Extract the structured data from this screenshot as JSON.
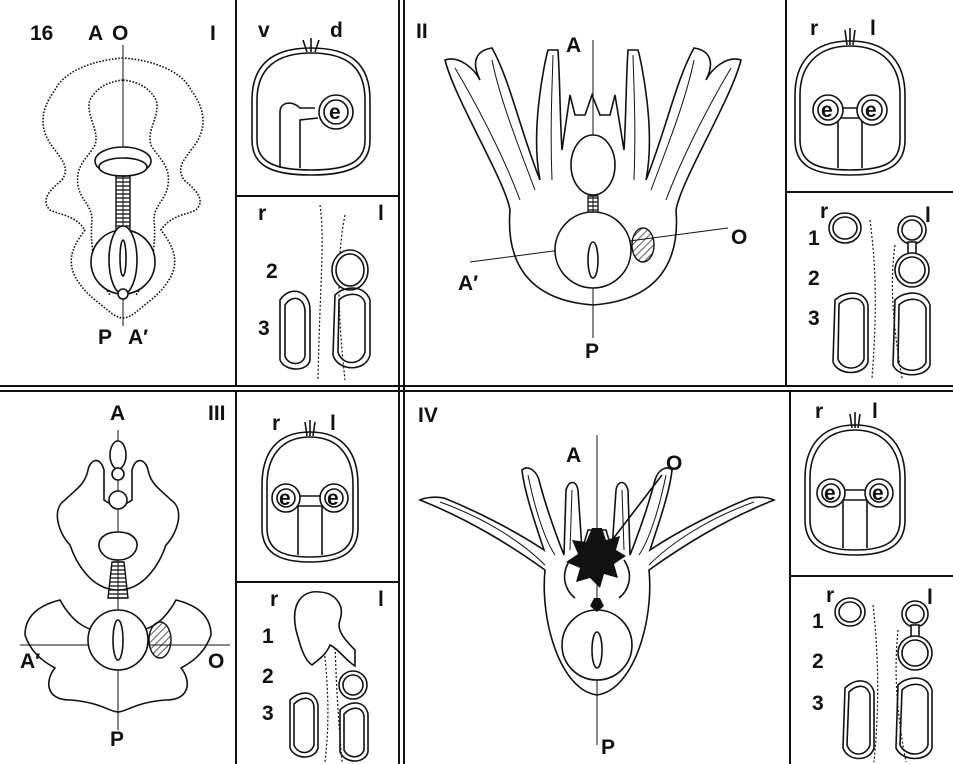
{
  "figure_number": "16",
  "panels": [
    {
      "id": "I",
      "roman": "I",
      "axis_labels": {
        "anterior": "A",
        "oral": "O",
        "posterior": "P",
        "secondary": "A′"
      }
    },
    {
      "id": "II",
      "roman": "II",
      "axis_labels": {
        "anterior": "A",
        "oral": "O",
        "posterior": "P",
        "secondary": "A′"
      }
    },
    {
      "id": "III",
      "roman": "III",
      "axis_labels": {
        "anterior": "A",
        "oral": "O",
        "posterior": "P",
        "secondary": "A′"
      }
    },
    {
      "id": "IV",
      "roman": "IV",
      "axis_labels": {
        "anterior": "A",
        "oral": "O",
        "posterior": "P"
      }
    }
  ],
  "insets": {
    "I_top": {
      "left": "v",
      "right": "d",
      "eye": "e"
    },
    "I_bottom": {
      "left": "r",
      "right": "l",
      "num2": "2",
      "num3": "3"
    },
    "II_top": {
      "left": "r",
      "right": "l",
      "eye_left": "e",
      "eye_right": "e"
    },
    "II_bottom": {
      "left": "r",
      "right": "l",
      "num1": "1",
      "num2": "2",
      "num3": "3"
    },
    "III_top": {
      "left": "r",
      "right": "l",
      "eye_left": "e",
      "eye_right": "e"
    },
    "III_bottom": {
      "left": "r",
      "right": "l",
      "num1": "1",
      "num2": "2",
      "num3": "3"
    },
    "IV_top": {
      "left": "r",
      "right": "l",
      "eye_left": "e",
      "eye_right": "e"
    },
    "IV_bottom": {
      "left": "r",
      "right": "l",
      "num1": "1",
      "num2": "2",
      "num3": "3"
    }
  }
}
